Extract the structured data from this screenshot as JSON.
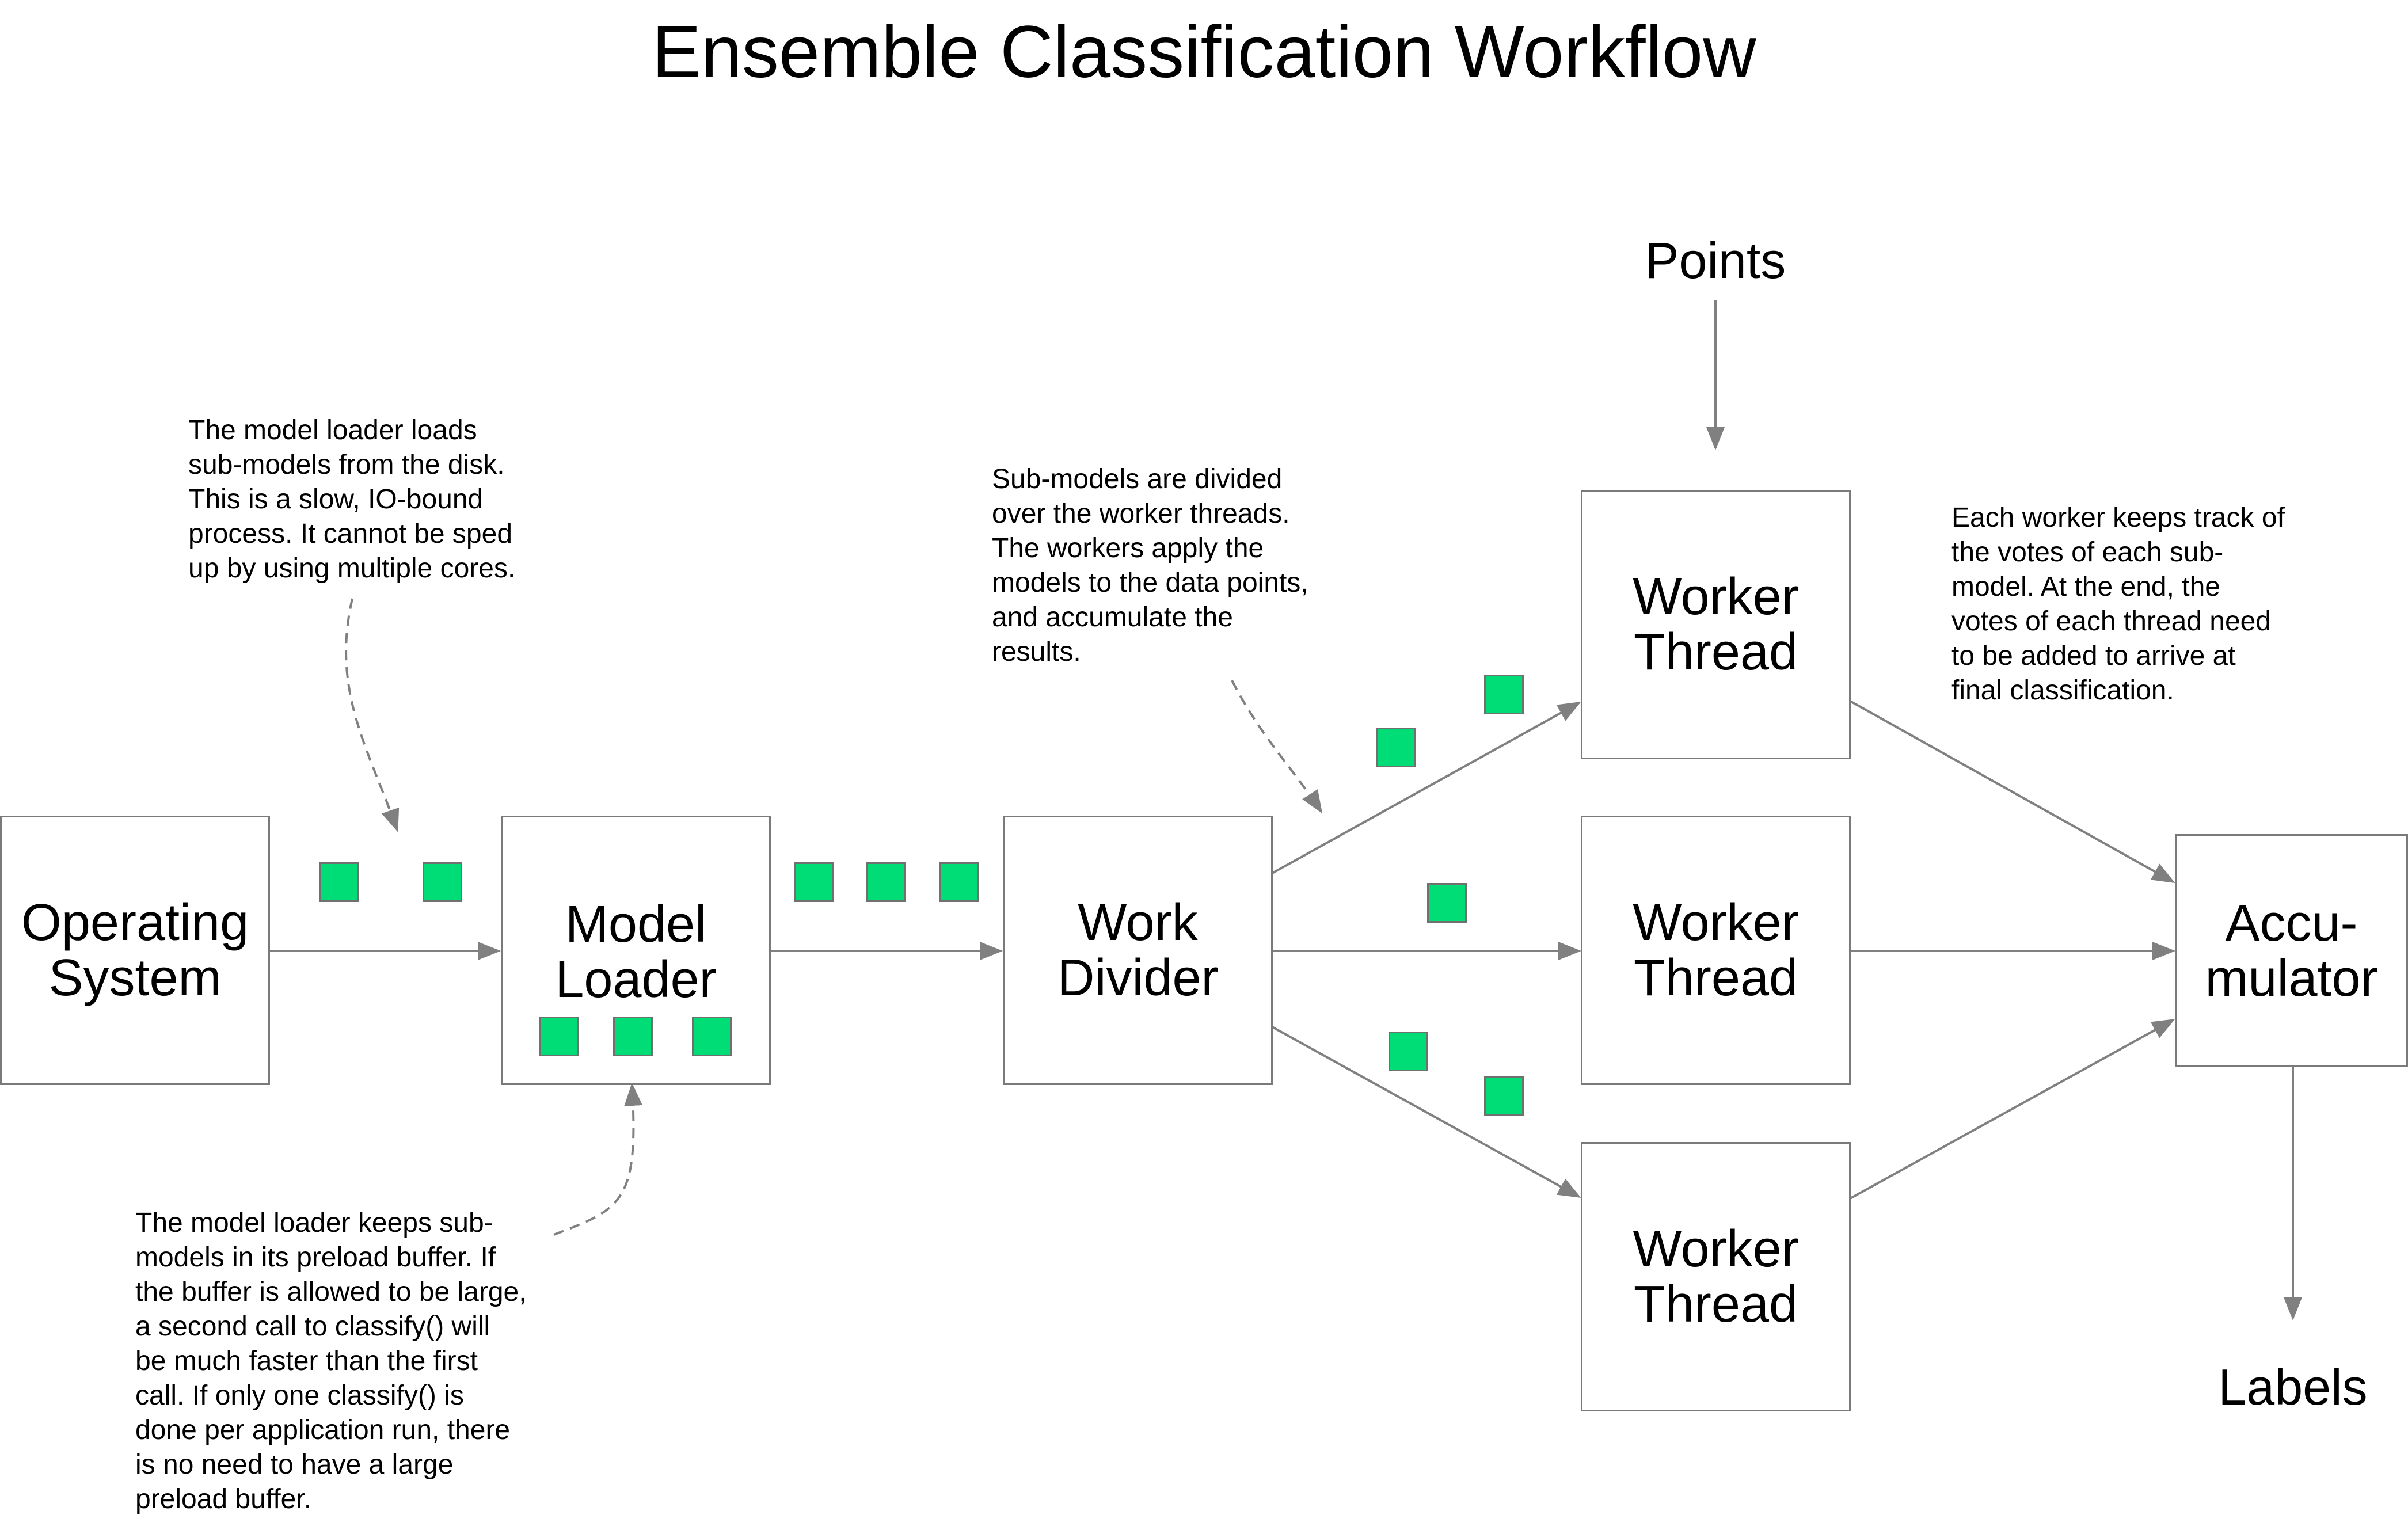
{
  "title": "Ensemble Classification Workflow",
  "colors": {
    "token": "#00dd77",
    "stroke": "#7a7a7a",
    "connector": "#808080"
  },
  "nodes": {
    "operating_system": "Operating\nSystem",
    "model_loader": "Model\nLoader",
    "work_divider": "Work\nDivider",
    "worker_thread_top": "Worker\nThread",
    "worker_thread_middle": "Worker\nThread",
    "worker_thread_bottom": "Worker\nThread",
    "accumulator": "Accu-\nmulator"
  },
  "inputs": {
    "points": "Points"
  },
  "outputs": {
    "labels": "Labels"
  },
  "notes": {
    "model_loader_loads": "The model loader loads\nsub-models from the disk.\nThis is a slow, IO-bound\nprocess. It cannot be sped\nup by using multiple cores.",
    "sub_models_divided": "Sub-models are divided\nover the worker threads.\nThe workers apply the\nmodels to the data points,\nand accumulate the\nresults.",
    "worker_votes": "Each worker keeps track of\nthe votes of each sub-\nmodel. At the end, the\nvotes of each thread need\nto be added to arrive at\nfinal classification.",
    "preload_buffer": "The model loader keeps sub-\nmodels in its preload buffer. If\nthe buffer is allowed to be large,\na second call to classify() will\nbe much faster than the first\ncall. If only one classify() is\ndone per application run, there\nis no need to have a large\npreload buffer."
  }
}
